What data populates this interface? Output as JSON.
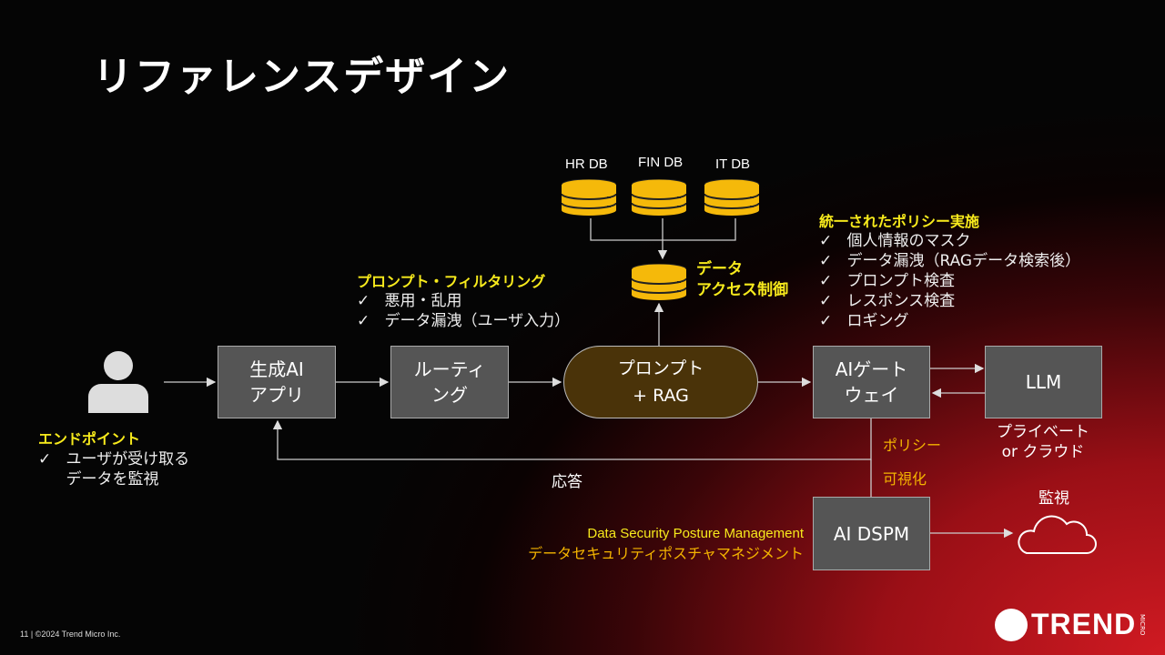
{
  "title": "リファレンスデザイン",
  "databases": [
    "HR DB",
    "FIN DB",
    "IT DB"
  ],
  "data_access": {
    "line1": "データ",
    "line2": "アクセス制御"
  },
  "prompt_filter": {
    "heading": "プロンプト・フィルタリング",
    "items": [
      "悪用・乱用",
      "データ漏洩（ユーザ入力）"
    ]
  },
  "policy": {
    "heading": "統一されたポリシー実施",
    "items": [
      "個人情報のマスク",
      "データ漏洩（RAGデータ検索後）",
      "プロンプト検査",
      "レスポンス検査",
      "ロギング"
    ]
  },
  "endpoint": {
    "heading": "エンドポイント",
    "items": [
      "ユーザが受け取る\nデータを監視"
    ]
  },
  "check": "✓",
  "boxes": {
    "app": {
      "l1": "生成AI",
      "l2": "アプリ"
    },
    "routing": {
      "l1": "ルーティ",
      "l2": "ング"
    },
    "rag": {
      "l1": "プロンプト",
      "l2": "+ RAG"
    },
    "gateway": {
      "l1": "AIゲート",
      "l2": "ウェイ"
    },
    "llm": "LLM",
    "dspm": "AI DSPM"
  },
  "llm_note": {
    "l1": "プライベート",
    "l2": "or クラウド"
  },
  "response_label": "応答",
  "policy_label": "ポリシー",
  "visual_label": "可視化",
  "monitor_label": "監視",
  "dspm_en": "Data Security Posture Management",
  "dspm_ja": "データセキュリティポスチャマネジメント",
  "footer": "11 | ©2024 Trend Micro Inc.",
  "logo": "TREND MICRO",
  "colors": {
    "yellow": "#f7ea1c",
    "orange": "#f4b400",
    "box": "#555555",
    "rag": "#4a3309"
  }
}
